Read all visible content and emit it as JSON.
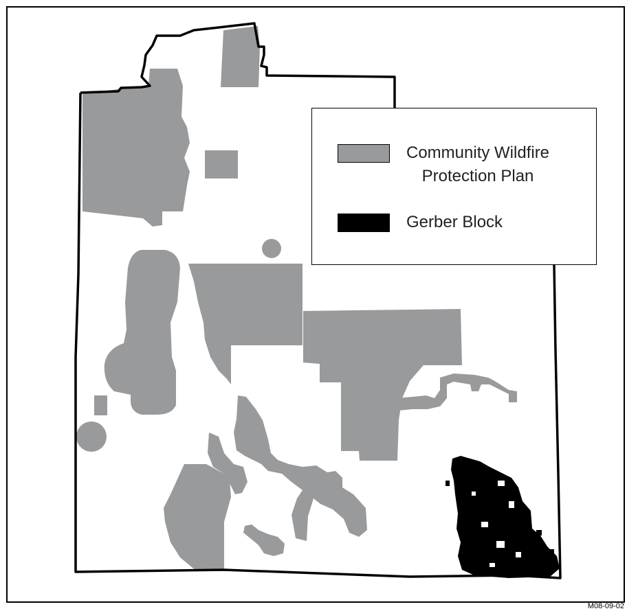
{
  "map": {
    "colors": {
      "wildfire_plan": "#999a9c",
      "gerber_block": "#000000",
      "boundary": "#000000",
      "background": "#ffffff"
    }
  },
  "legend": {
    "items": [
      {
        "label_line1": "Community Wildfire",
        "label_line2": "Protection Plan",
        "color": "#999a9c"
      },
      {
        "label_line1": "Gerber Block",
        "label_line2": "",
        "color": "#000000"
      }
    ]
  },
  "map_code": "M08-09-02"
}
